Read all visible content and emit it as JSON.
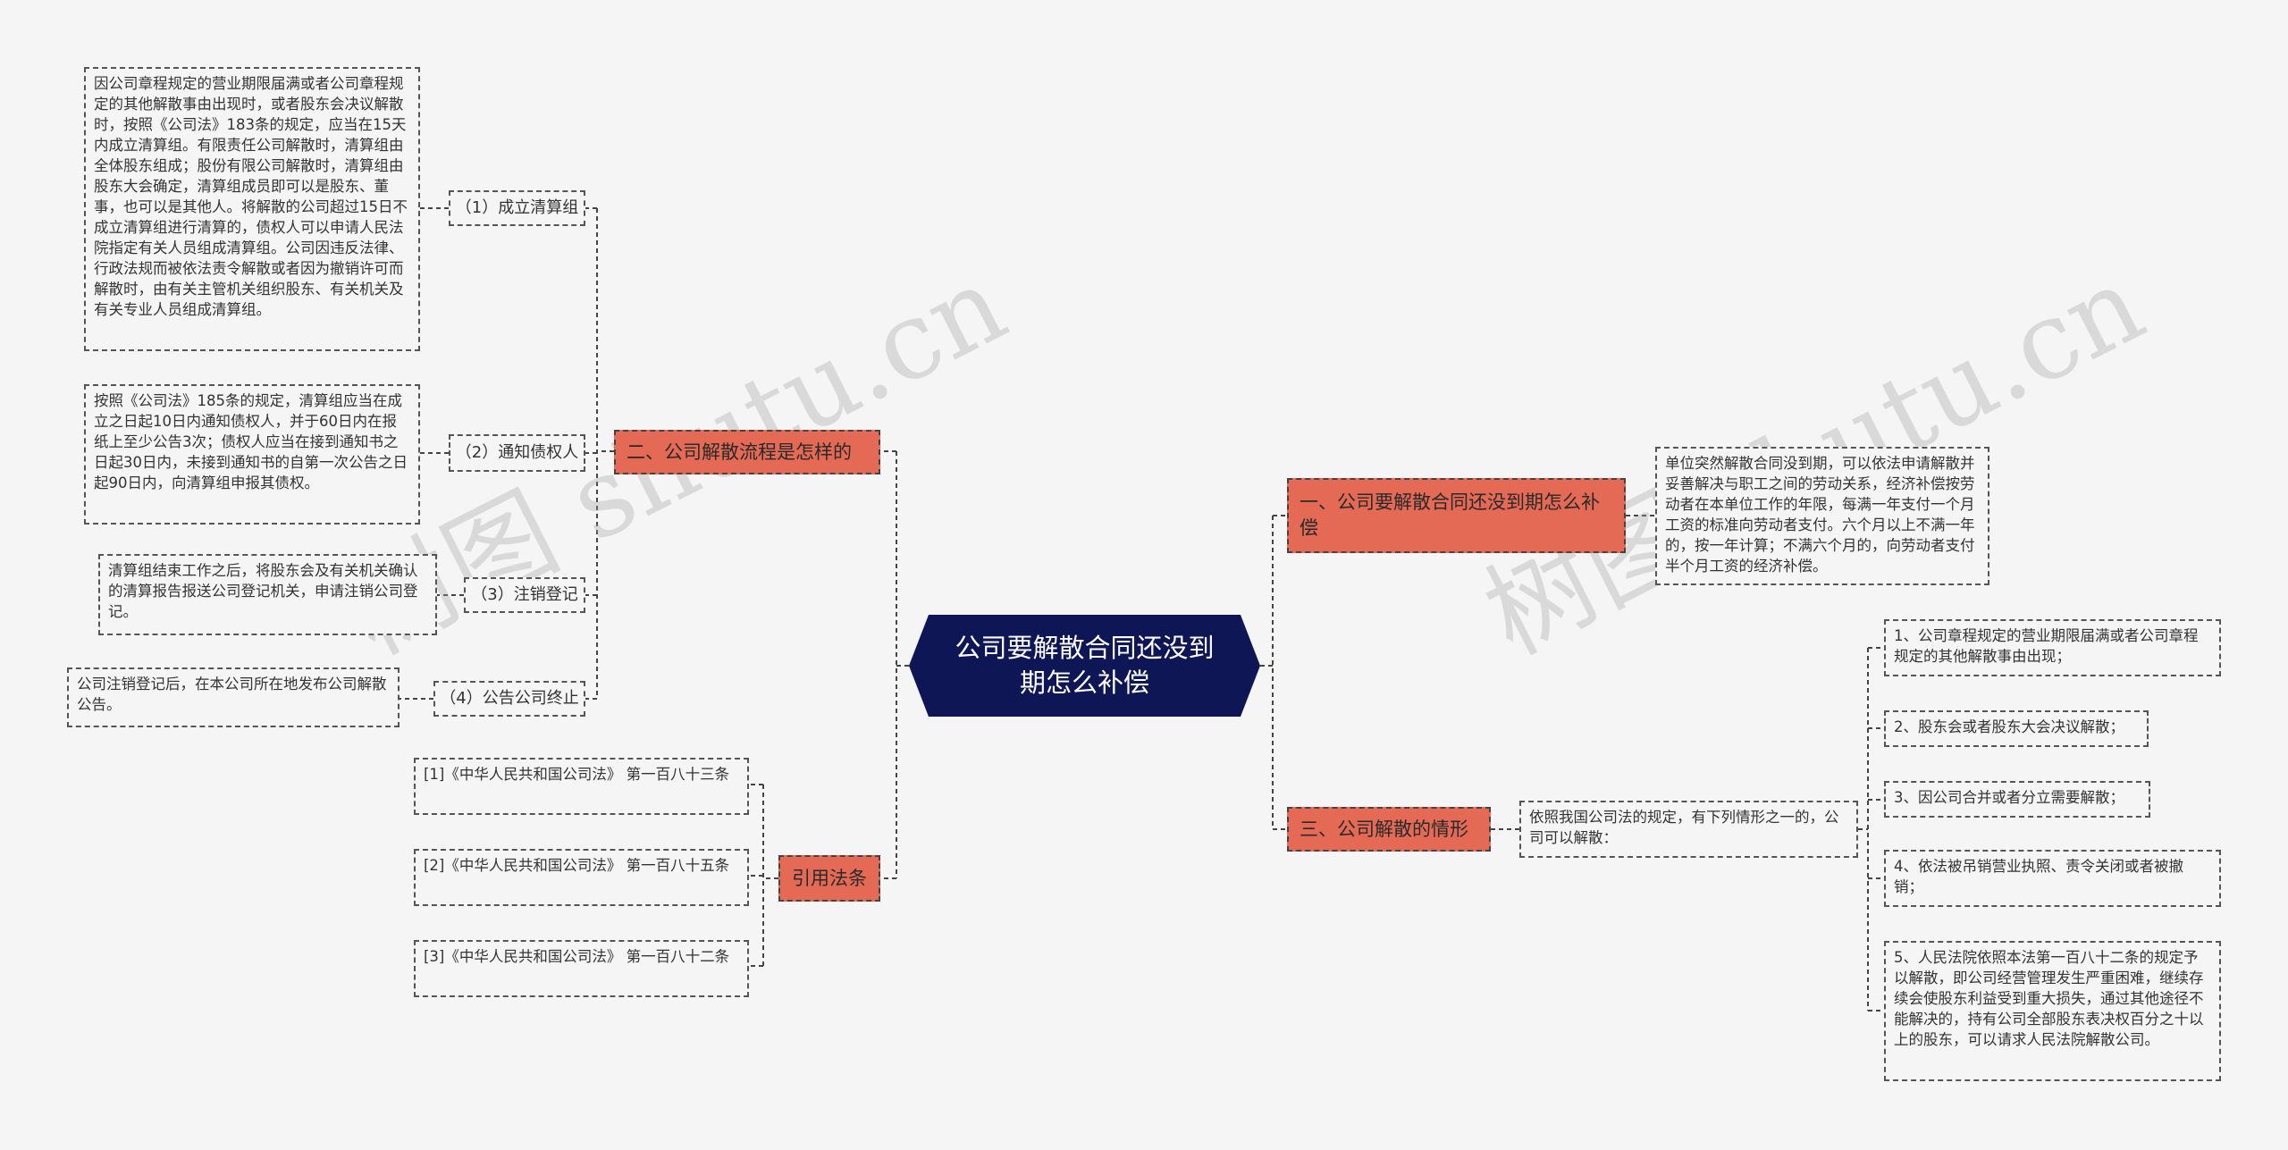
{
  "root": {
    "title": "公司要解散合同还没到期怎么补偿"
  },
  "branches": {
    "b1": "一、公司要解散合同还没到期怎么补偿",
    "b2": "二、公司解散流程是怎样的",
    "b3": "三、公司解散的情形",
    "b4": "引用法条"
  },
  "b1_detail": "单位突然解散合同没到期，可以依法申请解散并妥善解决与职工之间的劳动关系，经济补偿按劳动者在本单位工作的年限，每满一年支付一个月工资的标准向劳动者支付。六个月以上不满一年的，按一年计算；不满六个月的，向劳动者支付半个月工资的经济补偿。",
  "b2_steps": [
    {
      "label": "（1）成立清算组",
      "detail": "因公司章程规定的营业期限届满或者公司章程规定的其他解散事由出现时，或者股东会决议解散时，按照《公司法》183条的规定，应当在15天内成立清算组。有限责任公司解散时，清算组由全体股东组成；股份有限公司解散时，清算组由股东大会确定，清算组成员即可以是股东、董事，也可以是其他人。将解散的公司超过15日不成立清算组进行清算的，债权人可以申请人民法院指定有关人员组成清算组。公司因违反法律、行政法规而被依法责令解散或者因为撤销许可而解散时，由有关主管机关组织股东、有关机关及有关专业人员组成清算组。"
    },
    {
      "label": "（2）通知债权人",
      "detail": "按照《公司法》185条的规定，清算组应当在成立之日起10日内通知债权人，并于60日内在报纸上至少公告3次；债权人应当在接到通知书之日起30日内，未接到通知书的自第一次公告之日起90日内，向清算组申报其债权。"
    },
    {
      "label": "（3）注销登记",
      "detail": "清算组结束工作之后，将股东会及有关机关确认的清算报告报送公司登记机关，申请注销公司登记。"
    },
    {
      "label": "（4）公告公司终止",
      "detail": "公司注销登记后，在本公司所在地发布公司解散公告。"
    }
  ],
  "b3_intro": "依照我国公司法的规定，有下列情形之一的，公司可以解散：",
  "b3_items": [
    "1、公司章程规定的营业期限届满或者公司章程规定的其他解散事由出现；",
    "2、股东会或者股东大会决议解散；",
    "3、因公司合并或者分立需要解散；",
    "4、依法被吊销营业执照、责令关闭或者被撤销；",
    "5、人民法院依照本法第一百八十二条的规定予以解散，即公司经营管理发生严重困难，继续存续会使股东利益受到重大损失，通过其他途径不能解决的，持有公司全部股东表决权百分之十以上的股东，可以请求人民法院解散公司。"
  ],
  "b4_items": [
    "[1]《中华人民共和国公司法》 第一百八十三条",
    "[2]《中华人民共和国公司法》 第一百八十五条",
    "[3]《中华人民共和国公司法》 第一百八十二条"
  ],
  "watermark": "树图 shutu.cn",
  "colors": {
    "root": "#0f1656",
    "branch": "#e46a55",
    "line": "#444444",
    "background": "#f5f5f5"
  }
}
